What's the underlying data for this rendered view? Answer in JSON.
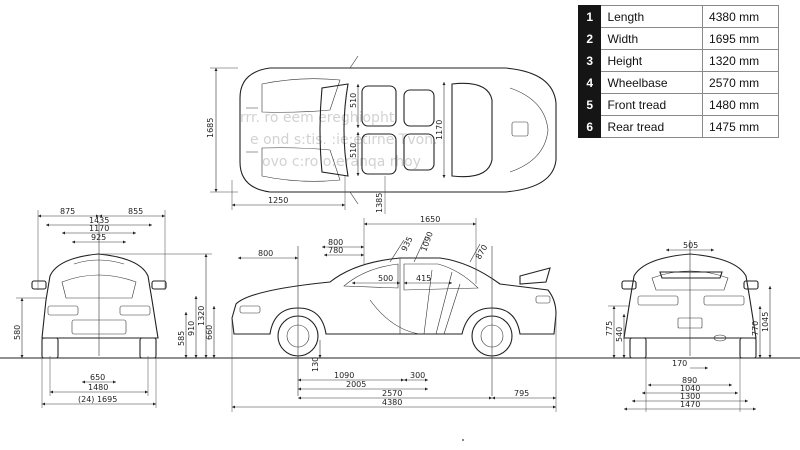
{
  "specs": [
    {
      "num": "1",
      "label": "Length",
      "value": "4380 mm"
    },
    {
      "num": "2",
      "label": "Width",
      "value": "1695 mm"
    },
    {
      "num": "3",
      "label": "Height",
      "value": "1320 mm"
    },
    {
      "num": "4",
      "label": "Wheelbase",
      "value": "2570 mm"
    },
    {
      "num": "5",
      "label": "Front tread",
      "value": "1480 mm"
    },
    {
      "num": "6",
      "label": "Rear tread",
      "value": "1475 mm"
    }
  ],
  "top_view": {
    "width": "1685",
    "seat_front": "510",
    "seat_rear": "510",
    "inner_width": "1170",
    "front_to_seat": "1250",
    "roof_edge": "1385"
  },
  "front_view": {
    "mirror_left": "875",
    "mirror_right": "855",
    "body_width": "1435",
    "inner_1170": "1170",
    "inner_925": "925",
    "height_1320": "1320",
    "height_910": "910",
    "height_585": "585",
    "height_660": "660",
    "height_580": "580",
    "tread_inner": "650",
    "tread": "1480",
    "overall": "(24) 1695"
  },
  "side_view": {
    "top_1650": "1650",
    "seat_800": "800",
    "seat_780": "780",
    "front_800": "800",
    "angle_935": "935",
    "angle_1090": "1090",
    "angle_870": "870",
    "seat_500": "500",
    "seat_415": "415",
    "ground_130": "130",
    "d_1090": "1090",
    "d_2005": "2005",
    "d_300": "300",
    "wheelbase": "2570",
    "rear_overhang": "795",
    "length": "4380"
  },
  "rear_view": {
    "top_505": "505",
    "h_775": "775",
    "h_540": "540",
    "h_770": "770",
    "h_1045": "1045",
    "d_170": "170",
    "d_890": "890",
    "d_1040": "1040",
    "d_1300": "1300",
    "d_1470": "1470"
  }
}
